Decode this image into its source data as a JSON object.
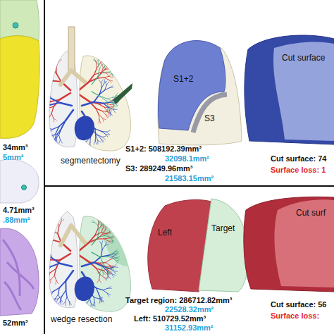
{
  "diagram": {
    "nodes": [
      {
        "text": [
          "S3"
        ]
      },
      {
        "text": [
          "S1+2"
        ],
        "in": 0
      },
      {
        "text": [
          "Cut surface"
        ]
      },
      {
        "text": [
          "Left"
        ]
      },
      {
        "text": [
          "Target"
        ]
      },
      {
        "text": [
          "Cut surf"
        ]
      }
    ],
    "labels": [
      "34mm³",
      "5mm²",
      "4.71mm³",
      ".88mm²",
      "52mm³",
      "segmentectomy",
      "S1+2: 508192.39mm³",
      "32098.1mm²",
      "S3: 289249.96mm³",
      "21583.15mm²",
      "Cut surface: 74",
      "Surface loss: 1",
      "wedge resection",
      "Target region: 286712.82mm³",
      "22528.32mm²",
      "Left: 510729.52mm³",
      "31152.93mm²",
      "Cut surface: 56",
      "Surface loss:"
    ]
  }
}
